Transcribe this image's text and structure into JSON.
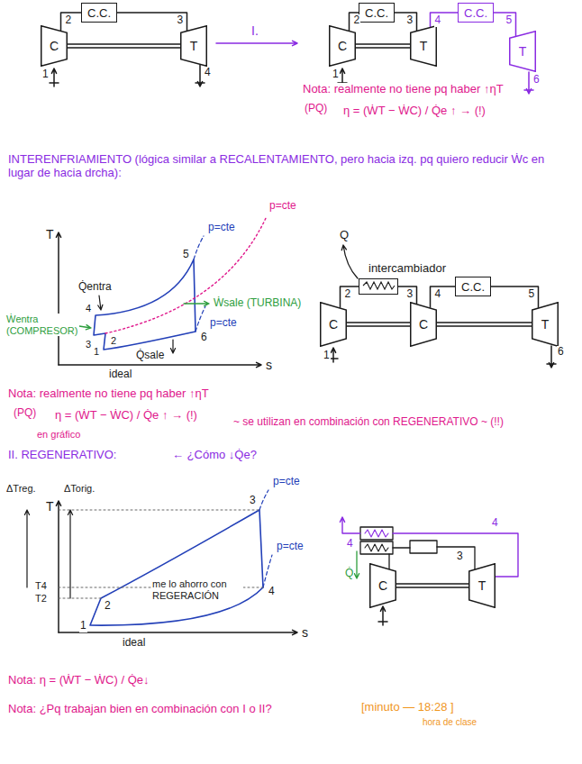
{
  "diagram": {
    "nodes": [
      {
        "text": [
          "C"
        ]
      },
      {
        "text": [
          "C.C."
        ]
      },
      {
        "text": [
          "T"
        ]
      },
      {
        "text": [
          "C"
        ]
      },
      {
        "text": [
          "C.C."
        ]
      },
      {
        "text": [
          "T"
        ]
      },
      {
        "text": [
          "C.C."
        ]
      },
      {
        "text": [
          "T"
        ]
      },
      {
        "text": [
          "C"
        ]
      },
      {
        "text": [
          "intercambiador"
        ]
      },
      {
        "text": [
          "C"
        ]
      },
      {
        "text": [
          "C.C."
        ]
      },
      {
        "text": [
          "T"
        ]
      },
      {
        "text": [
          "C"
        ]
      },
      {
        "text": [
          "T"
        ]
      }
    ],
    "edges": [
      {
        "from": 0,
        "to": 1,
        "label": "2",
        "arrow": "none"
      },
      {
        "from": 1,
        "to": 2,
        "label": "3",
        "arrow": "none"
      },
      {
        "from": 0,
        "to": 2,
        "arrow": "none"
      },
      {
        "from": 3,
        "to": 4,
        "label": "2",
        "arrow": "none"
      },
      {
        "from": 4,
        "to": 5,
        "label": "3",
        "arrow": "none"
      },
      {
        "from": 3,
        "to": 5,
        "arrow": "none"
      },
      {
        "from": 5,
        "to": 6,
        "label": "4",
        "arrow": "none"
      },
      {
        "from": 6,
        "to": 7,
        "label": "5",
        "arrow": "none"
      },
      {
        "from": 8,
        "to": 9,
        "label": "2",
        "arrow": "none"
      },
      {
        "from": 9,
        "to": 10,
        "label": "3",
        "arrow": "none"
      },
      {
        "from": 10,
        "to": 11,
        "label": "4",
        "arrow": "none"
      },
      {
        "from": 11,
        "to": 12,
        "label": "5",
        "arrow": "none"
      },
      {
        "from": 8,
        "to": 10,
        "arrow": "none"
      },
      {
        "from": 10,
        "to": 12,
        "arrow": "none"
      },
      {
        "from": 13,
        "to": 14,
        "arrow": "none"
      }
    ],
    "labels": [
      "1",
      "4",
      "I.",
      "1",
      "6",
      "Nota: realmente no tiene pq haber ↑ηT",
      "(PQ)",
      "η = (ẆT − ẆC) / Q̇e ↑ → (!)",
      "INTERENFRIAMIENTO (lógica similar a RECALENTAMIENTO, pero hacia izq. pq quiero reducir Ẇc en lugar de hacia drcha):",
      "T",
      "s",
      "p=cte",
      "p=cte",
      "p=cte",
      "5",
      "6",
      "4",
      "2",
      "3",
      "1",
      "Q̇entra",
      "Q̇sale",
      "Ẇsale (TURBINA)",
      "Ẇentra (COMPRESOR)",
      "ideal",
      "Q",
      "1",
      "6",
      "Nota: realmente no tiene pq haber ↑ηT",
      "(PQ)",
      "η = (ẆT − ẆC) / Q̇e ↑ → (!)",
      "en gráfico",
      "~ se utilizan en combinación con REGENERATIVO ~ (!!)",
      "II. REGENERATIVO:",
      "← ¿Cómo ↓Q̇e?",
      "ΔTreg.",
      "ΔTorig.",
      "T",
      "p=cte",
      "p=cte",
      "T4",
      "T2",
      "2",
      "me lo ahorro con REGERACIÓN",
      "1",
      "3",
      "4",
      "s",
      "ideal",
      "4",
      "4",
      "3",
      "Q̇",
      "Nota: η = (ẆT − ẆC) / Q̇e↓",
      "Nota: ¿Pq trabajan bien en combinación con I o II?",
      "[minuto — 18:28 ]",
      "hora de clase"
    ]
  }
}
